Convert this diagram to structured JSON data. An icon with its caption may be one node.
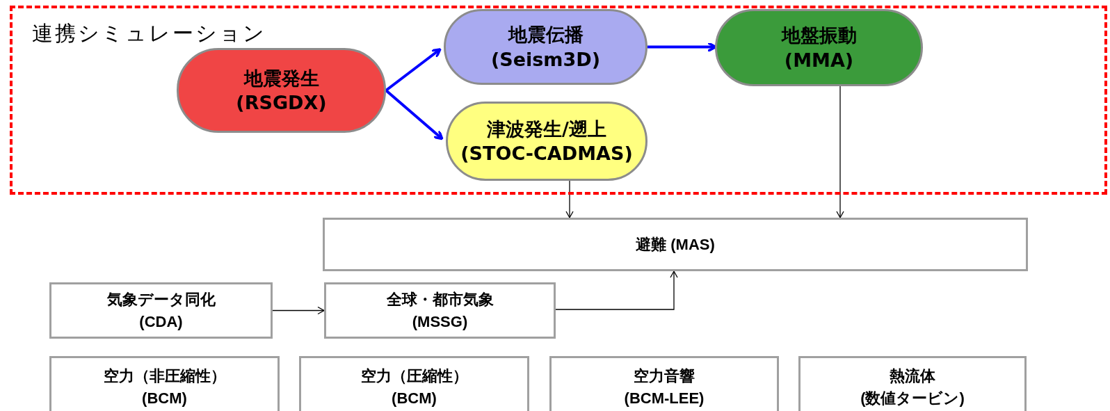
{
  "diagram": {
    "nodes": [
      {
        "text": [
          "連携シミュレーション"
        ]
      },
      {
        "text": [
          "地震発生",
          "(RSGDX)"
        ],
        "in": 0
      },
      {
        "text": [
          "地震伝播",
          "(Seism3D)"
        ],
        "in": 0
      },
      {
        "text": [
          "地盤振動",
          "(MMA)"
        ],
        "in": 0
      },
      {
        "text": [
          "津波発生/遡上",
          "(STOC-CADMAS)"
        ],
        "in": 0
      },
      {
        "text": [
          "避難 (MAS)"
        ]
      },
      {
        "text": [
          "気象データ同化",
          "(CDA)"
        ]
      },
      {
        "text": [
          "全球・都市気象",
          "(MSSG)"
        ]
      },
      {
        "text": [
          "空力（非圧縮性）",
          "(BCM)"
        ]
      },
      {
        "text": [
          "空力（圧縮性）",
          "(BCM)"
        ]
      },
      {
        "text": [
          "空力音響",
          "(BCM-LEE)"
        ]
      },
      {
        "text": [
          "熱流体",
          "(数値タービン)"
        ]
      }
    ],
    "edges": [
      {
        "from": 1,
        "to": 2,
        "arrow": "to",
        "style": "thick",
        "color": "#0000ff"
      },
      {
        "from": 1,
        "to": 4,
        "arrow": "to",
        "style": "thick",
        "color": "#0000ff"
      },
      {
        "from": 2,
        "to": 3,
        "arrow": "to",
        "style": "thick",
        "color": "#0000ff"
      },
      {
        "from": 4,
        "to": 5,
        "arrow": "to"
      },
      {
        "from": 3,
        "to": 5,
        "arrow": "to"
      },
      {
        "from": 6,
        "to": 7,
        "arrow": "to"
      },
      {
        "from": 7,
        "to": 5,
        "arrow": "to"
      }
    ]
  }
}
